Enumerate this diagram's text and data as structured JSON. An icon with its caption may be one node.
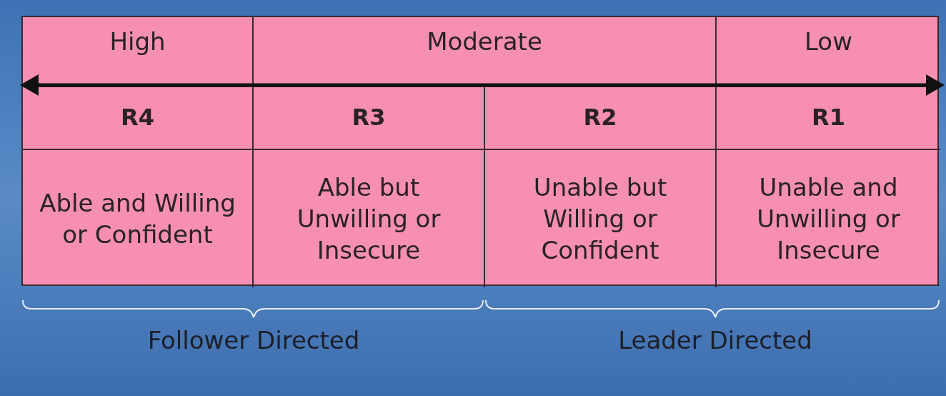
{
  "diagram": {
    "labels": [
      "High",
      "Moderate",
      "Low",
      "R4",
      "R3",
      "R2",
      "R1",
      "Able and Willing or Confident",
      "Able but Unwilling or Insecure",
      "Unable but Willing or Confident",
      "Unable and Unwilling or Insecure",
      "Follower Directed",
      "Leader Directed"
    ]
  }
}
